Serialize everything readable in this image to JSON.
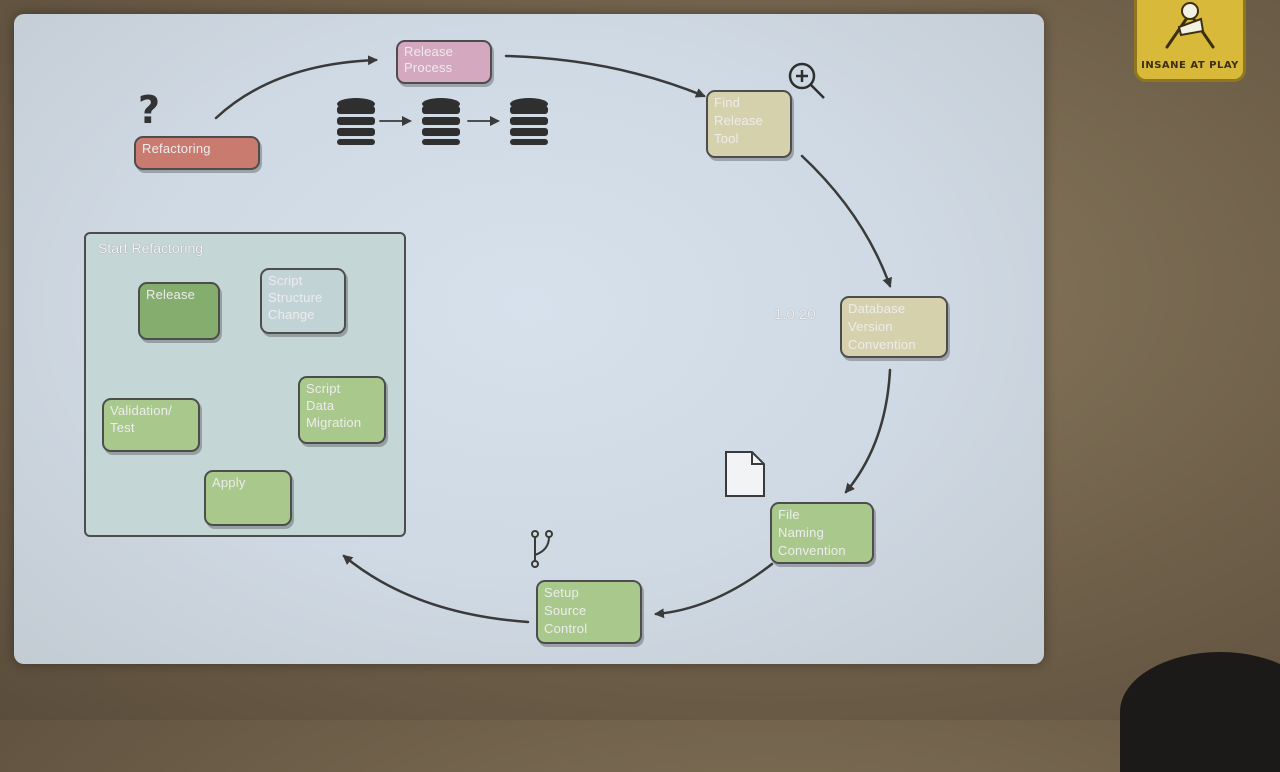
{
  "logo": {
    "text": "INSANE AT PLAY"
  },
  "diagram": {
    "question_mark": "?",
    "version_label": "1.0.20",
    "nodes": {
      "refactoring": "Refactoring",
      "release_process": "Release\nProcess",
      "find_release_tool": "Find\nRelease\nTool",
      "database_version_convention": "Database\nVersion\nConvention",
      "file_naming_convention": "File\nNaming\nConvention",
      "setup_source_control": "Setup\nSource\nControl"
    },
    "panel": {
      "title": "Start Refactoring",
      "nodes": {
        "release": "Release",
        "script_structure_change": "Script\nStructure\nChange",
        "script_data_migration": "Script\nData\nMigration",
        "apply": "Apply",
        "validation_test": "Validation/\nTest"
      }
    },
    "icons": [
      "question-mark",
      "database-icon",
      "magnifier-icon",
      "document-icon",
      "branch-icon",
      "user-icon"
    ],
    "colors": {
      "green": "#a9c98c",
      "tan": "#d6d1ad",
      "pink": "#d4a8bf",
      "red": "#c97b70",
      "panel": "#c5d6d7",
      "stroke": "#4d4d4d"
    }
  }
}
